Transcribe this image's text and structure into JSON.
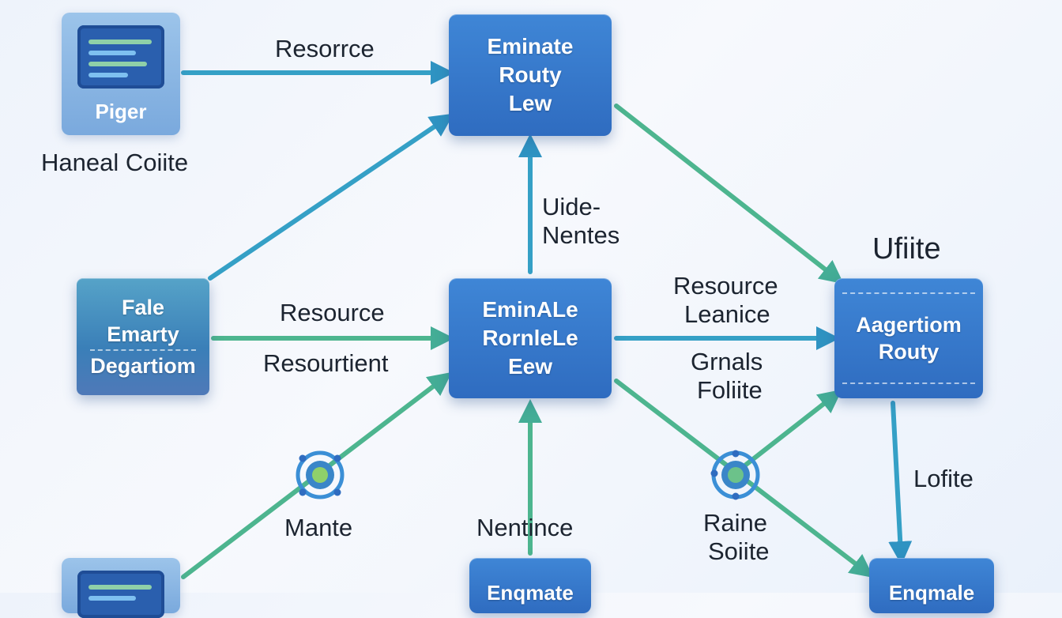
{
  "colors": {
    "node_blue": "#2f6cc0",
    "arrow_blue": "#3aa0c8",
    "arrow_green": "#4fb88a",
    "background": "#f3f6fb"
  },
  "tiles": {
    "top_left": {
      "label": "Piger",
      "icon": "monitor-icon"
    },
    "bottom_left": {
      "label": "",
      "icon": "monitor-icon"
    }
  },
  "nodes": {
    "top_center": {
      "lines": [
        "Eminate",
        "Routy",
        "Lew"
      ]
    },
    "center": {
      "lines": [
        "EminALe",
        "RornleLe",
        "Eew"
      ]
    },
    "left": {
      "lines": [
        "Fale",
        "Emarty",
        "Degartiom"
      ]
    },
    "right": {
      "lines": [
        "Aagertiom",
        "Routy"
      ]
    },
    "bottom_center": {
      "lines": [
        "Enqmate"
      ]
    },
    "bottom_right": {
      "lines": [
        "Enqmale"
      ]
    }
  },
  "labels": {
    "top_left_caption": "Haneal Coiite",
    "edge_top": "Resorrce",
    "edge_vertical_1": "Uide-",
    "edge_vertical_2": "Nentes",
    "right_heading": "Ufiite",
    "edge_left_1": "Resource",
    "edge_left_2": "Resourtient",
    "edge_right_1": "Resource",
    "edge_right_2": "Leanice",
    "edge_right_3": "Grnals",
    "edge_right_4": "Foliite",
    "edge_right_down": "Lofite",
    "hub_left": "Mante",
    "edge_bottom": "Nentince",
    "hub_right_1": "Raine",
    "hub_right_2": "Soiite"
  },
  "hubs": {
    "left": {
      "icon": "network-hub-icon"
    },
    "right": {
      "icon": "network-hub-icon"
    }
  }
}
